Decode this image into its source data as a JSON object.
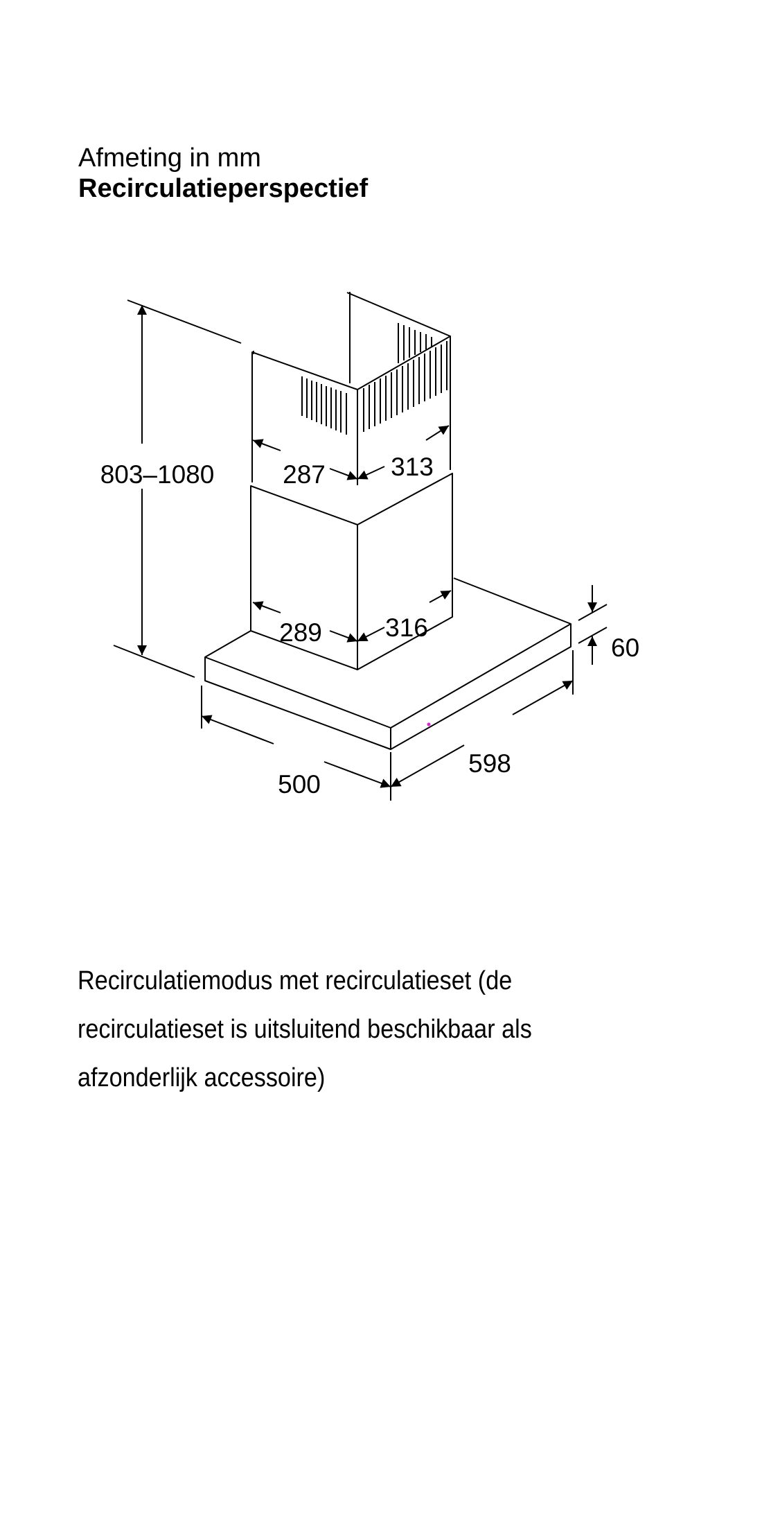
{
  "header": {
    "title": "Afmeting in mm",
    "subtitle": "Recirculatieperspectief"
  },
  "diagram": {
    "dimensions": {
      "total_height": "803–1080",
      "upper_chimney_depth": "287",
      "upper_chimney_width": "313",
      "lower_chimney_depth": "289",
      "lower_chimney_width": "316",
      "hood_depth": "500",
      "hood_width": "598",
      "hood_thickness": "60"
    }
  },
  "description": {
    "lines": [
      "Recirculatiemodus met recirculatieset (de",
      "recirculatieset is uitsluitend beschikbaar als",
      "afzonderlijk accessoire)"
    ]
  }
}
